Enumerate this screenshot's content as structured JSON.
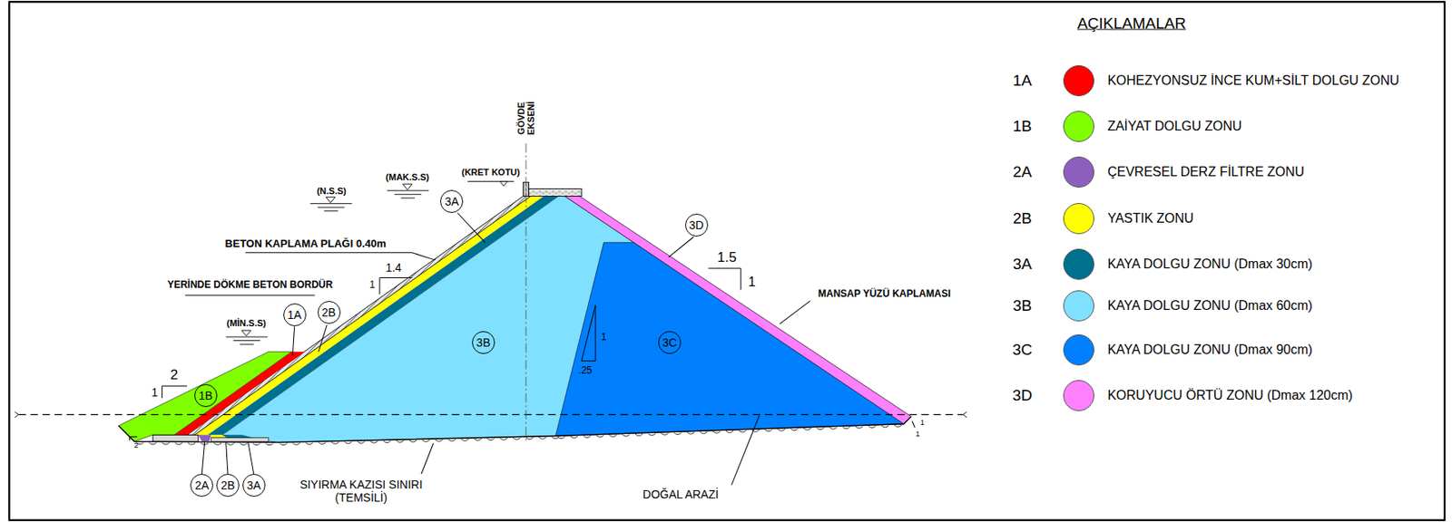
{
  "diagram": {
    "nodes": [
      {
        "text": [
          "3A"
        ]
      },
      {
        "text": [
          "3D"
        ]
      },
      {
        "text": [
          "1A"
        ]
      },
      {
        "text": [
          "2B"
        ]
      },
      {
        "text": [
          "1B"
        ]
      },
      {
        "text": [
          "3B"
        ]
      },
      {
        "text": [
          "3C"
        ]
      },
      {
        "text": [
          "2A"
        ]
      },
      {
        "text": [
          "2B"
        ]
      },
      {
        "text": [
          "3A"
        ]
      }
    ],
    "labels": [
      "GÖVDE EKSENİ",
      "(KRET KOTU)",
      "(N.S.S)",
      "(MAK.S.S)",
      "BETON KAPLAMA PLAĞI 0.40m",
      "1.4",
      "1",
      "YERİNDE DÖKME BETON BORDÜR",
      "(MİN.S.S)",
      "2",
      "1",
      "2",
      "1.5",
      "1",
      "1",
      ".25",
      "MANSAP YÜZÜ KAPLAMASI",
      "1",
      "1",
      "SIYIRMA KAZISI SINIRI (TEMSİLİ)",
      "DOĞAL ARAZİ",
      "AÇIKLAMALAR",
      "1A",
      "1B",
      "2A",
      "2B",
      "3A",
      "3B",
      "3C",
      "3D"
    ],
    "legend": [
      {
        "text": "KOHEZYONSUZ İNCE KUM+SİLT DOLGU ZONU",
        "color": "#ff0000"
      },
      {
        "text": "ZAİYAT DOLGU ZONU",
        "color": "#80ff00"
      },
      {
        "text": "ÇEVRESEL DERZ FİLTRE ZONU",
        "color": "#8c5fbf"
      },
      {
        "text": "YASTIK ZONU",
        "color": "#ffff00"
      },
      {
        "text": "KAYA DOLGU ZONU (Dmax 30cm)",
        "color": "#00708f"
      },
      {
        "text": "KAYA DOLGU ZONU (Dmax 60cm)",
        "color": "#80e0ff"
      },
      {
        "text": "KAYA DOLGU ZONU (Dmax 90cm)",
        "color": "#0080ff"
      },
      {
        "text": "KORUYUCU ÖRTÜ ZONU (Dmax 120cm)",
        "color": "#ff80ff"
      }
    ]
  }
}
